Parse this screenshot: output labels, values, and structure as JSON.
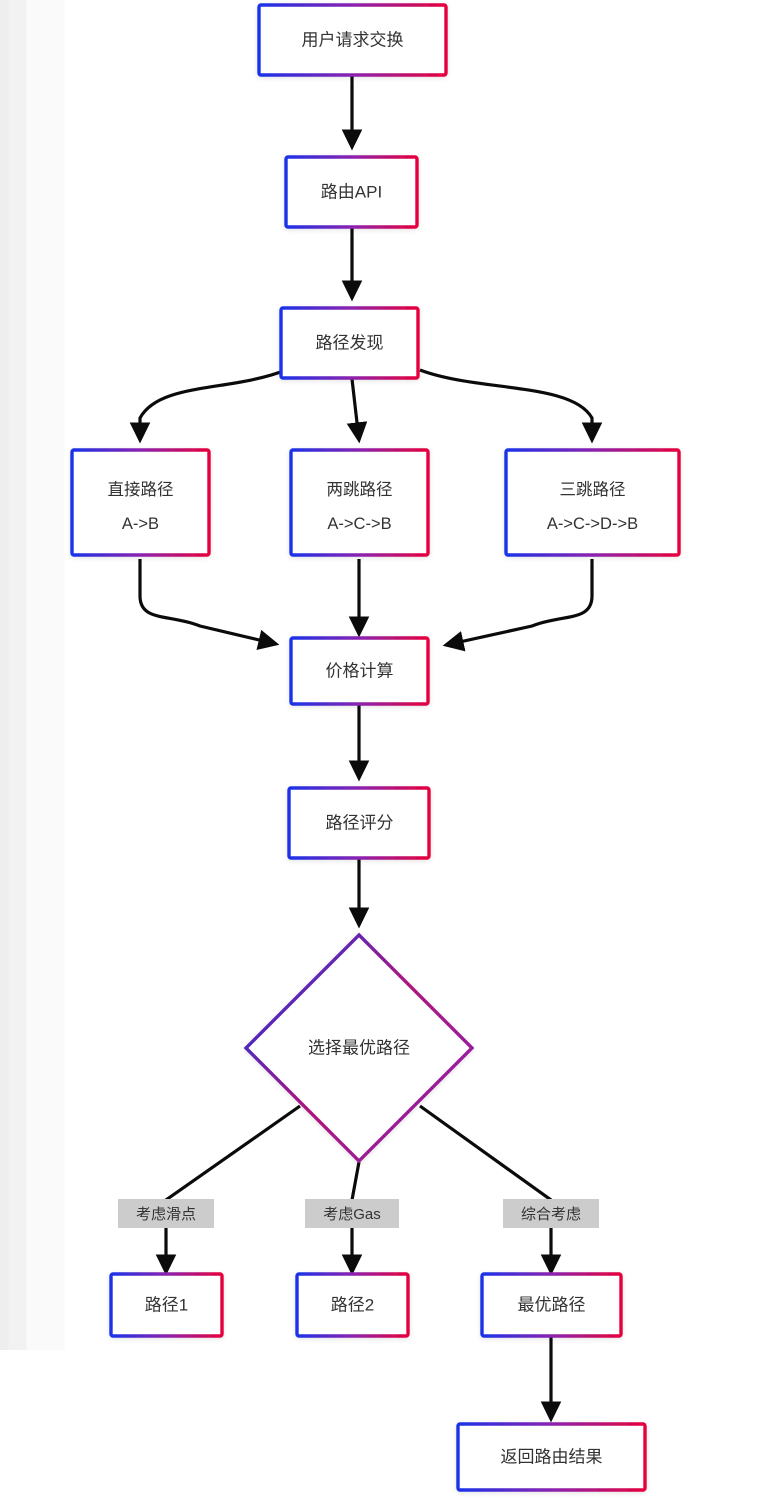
{
  "diagram": {
    "type": "flowchart",
    "direction": "top-down",
    "title": "",
    "theme": {
      "node_border_gradient_start": "#1a32e8",
      "node_border_gradient_end": "#e6003c",
      "node_fill": "#ffffff",
      "node_text": "#333333",
      "edge_color": "#0b0b0b",
      "edge_label_bg": "#cccccc",
      "page_bg": "#ffffff"
    },
    "nodes": [
      {
        "id": "n1",
        "shape": "rect",
        "label": "用户请求交换"
      },
      {
        "id": "n2",
        "shape": "rect",
        "label": "路由API"
      },
      {
        "id": "n3",
        "shape": "rect",
        "label": "路径发现"
      },
      {
        "id": "n4",
        "shape": "rect",
        "label_line1": "直接路径",
        "label_line2": "A->B"
      },
      {
        "id": "n5",
        "shape": "rect",
        "label_line1": "两跳路径",
        "label_line2": "A->C->B"
      },
      {
        "id": "n6",
        "shape": "rect",
        "label_line1": "三跳路径",
        "label_line2": "A->C->D->B"
      },
      {
        "id": "n7",
        "shape": "rect",
        "label": "价格计算"
      },
      {
        "id": "n8",
        "shape": "rect",
        "label": "路径评分"
      },
      {
        "id": "n9",
        "shape": "diamond",
        "label": "选择最优路径"
      },
      {
        "id": "n10",
        "shape": "rect",
        "label": "路径1"
      },
      {
        "id": "n11",
        "shape": "rect",
        "label": "路径2"
      },
      {
        "id": "n12",
        "shape": "rect",
        "label": "最优路径"
      },
      {
        "id": "n13",
        "shape": "rect",
        "label": "返回路由结果"
      }
    ],
    "edges": [
      {
        "from": "n1",
        "to": "n2",
        "label": ""
      },
      {
        "from": "n2",
        "to": "n3",
        "label": ""
      },
      {
        "from": "n3",
        "to": "n4",
        "label": ""
      },
      {
        "from": "n3",
        "to": "n5",
        "label": ""
      },
      {
        "from": "n3",
        "to": "n6",
        "label": ""
      },
      {
        "from": "n4",
        "to": "n7",
        "label": ""
      },
      {
        "from": "n5",
        "to": "n7",
        "label": ""
      },
      {
        "from": "n6",
        "to": "n7",
        "label": ""
      },
      {
        "from": "n7",
        "to": "n8",
        "label": ""
      },
      {
        "from": "n8",
        "to": "n9",
        "label": ""
      },
      {
        "from": "n9",
        "to": "n10",
        "label": "考虑滑点"
      },
      {
        "from": "n9",
        "to": "n11",
        "label": "考虑Gas"
      },
      {
        "from": "n9",
        "to": "n12",
        "label": "综合考虑"
      },
      {
        "from": "n12",
        "to": "n13",
        "label": ""
      }
    ],
    "edge_labels": [
      {
        "id": "el1",
        "text": "考虑滑点"
      },
      {
        "id": "el2",
        "text": "考虑Gas"
      },
      {
        "id": "el3",
        "text": "综合考虑"
      }
    ]
  }
}
